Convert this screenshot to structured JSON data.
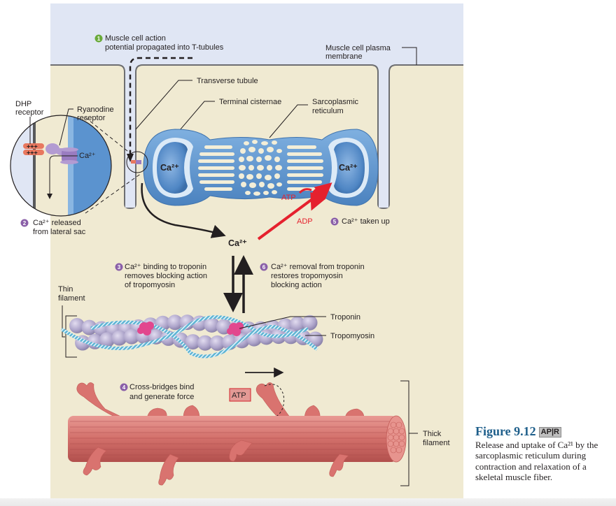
{
  "figure": {
    "title": "Figure 9.12",
    "badge": "AP|R",
    "caption": "Release and uptake of Ca²¹ by the sarcoplasmic reticulum during contraction and relaxation of a skeletal muscle fiber."
  },
  "steps": [
    {
      "number": "1",
      "color": "#6aaa3a",
      "lines": [
        "Muscle cell action",
        "potential propagated into T-tubules"
      ]
    },
    {
      "number": "2",
      "color": "#8a5fa8",
      "lines": [
        "Ca²⁺ released",
        "from lateral sac"
      ]
    },
    {
      "number": "3",
      "color": "#8a5fa8",
      "lines": [
        "Ca²⁺ binding to troponin",
        "removes blocking action",
        "of tropomyosin"
      ]
    },
    {
      "number": "4",
      "color": "#8a5fa8",
      "lines": [
        "Cross-bridges bind",
        "and generate force"
      ]
    },
    {
      "number": "5",
      "color": "#8a5fa8",
      "lines": [
        "Ca²⁺ taken up"
      ]
    },
    {
      "number": "6",
      "color": "#8a5fa8",
      "lines": [
        "Ca²⁺ removal from troponin",
        "restores tropomyosin",
        "blocking action"
      ]
    }
  ],
  "labels": {
    "plasma_membrane": [
      "Muscle cell plasma",
      "membrane"
    ],
    "transverse_tubule": "Transverse tubule",
    "terminal_cisternae": "Terminal cisternae",
    "sarcoplasmic_reticulum": [
      "Sarcoplasmic",
      "reticulum"
    ],
    "dhp_receptor": [
      "DHP",
      "receptor"
    ],
    "ryanodine_receptor": [
      "Ryanodine",
      "receptor"
    ],
    "thin_filament": [
      "Thin",
      "filament"
    ],
    "troponin": "Troponin",
    "tropomyosin": "Tropomyosin",
    "thick_filament": [
      "Thick",
      "filament"
    ],
    "calcium": "Ca²⁺",
    "atp": "ATP",
    "adp": "ADP",
    "charges": "+++"
  },
  "colors": {
    "extracellular": "#e0e6f4",
    "cytoplasm": "#f0ead2",
    "sr_blue": "#5b93cf",
    "pump_red": "#e5212e",
    "myosin_pink": "#d9736f",
    "actin_purple": "#b7afd0",
    "tropomyosin_blue": "#4fa8c8",
    "troponin_pink": "#e2478e"
  }
}
